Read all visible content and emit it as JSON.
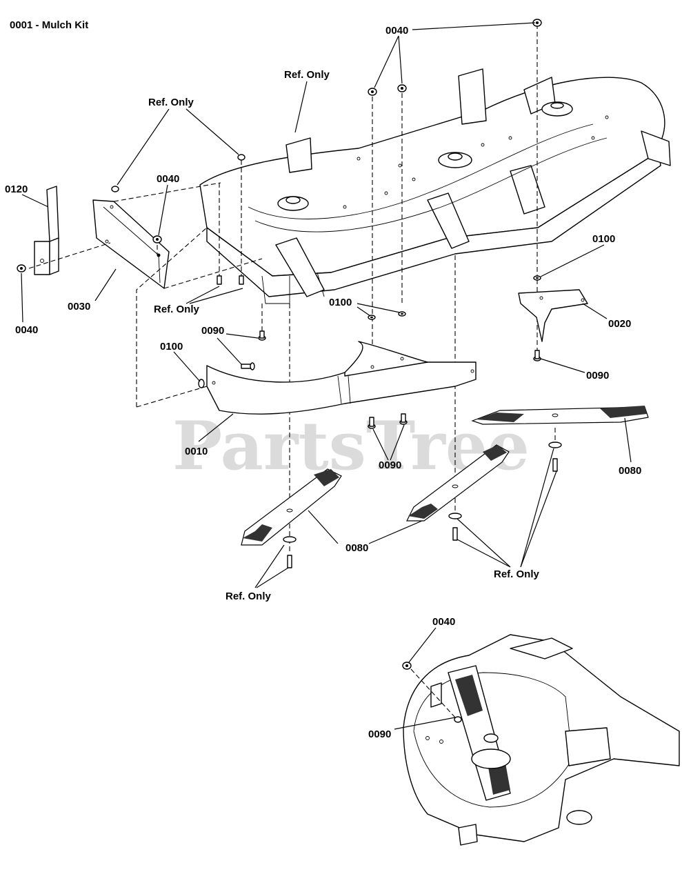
{
  "diagram": {
    "title": "0001 - Mulch Kit",
    "watermark": "PartsTree",
    "labels": {
      "ref_top": "Ref. Only",
      "ref_left_top": "Ref. Only",
      "ref_left_mid": "Ref. Only",
      "ref_bottom_left": "Ref. Only",
      "ref_bottom_right": "Ref. Only",
      "p0040_top": "0040",
      "p0040_left": "0040",
      "p0040_far_left": "0040",
      "p0040_detail": "0040",
      "p0120": "0120",
      "p0030": "0030",
      "p0010": "0010",
      "p0020": "0020",
      "p0100_left": "0100",
      "p0100_mid": "0100",
      "p0100_right": "0100",
      "p0090_left": "0090",
      "p0090_mid": "0090",
      "p0090_right": "0090",
      "p0090_detail": "0090",
      "p0080_mid": "0080",
      "p0080_right": "0080"
    }
  }
}
